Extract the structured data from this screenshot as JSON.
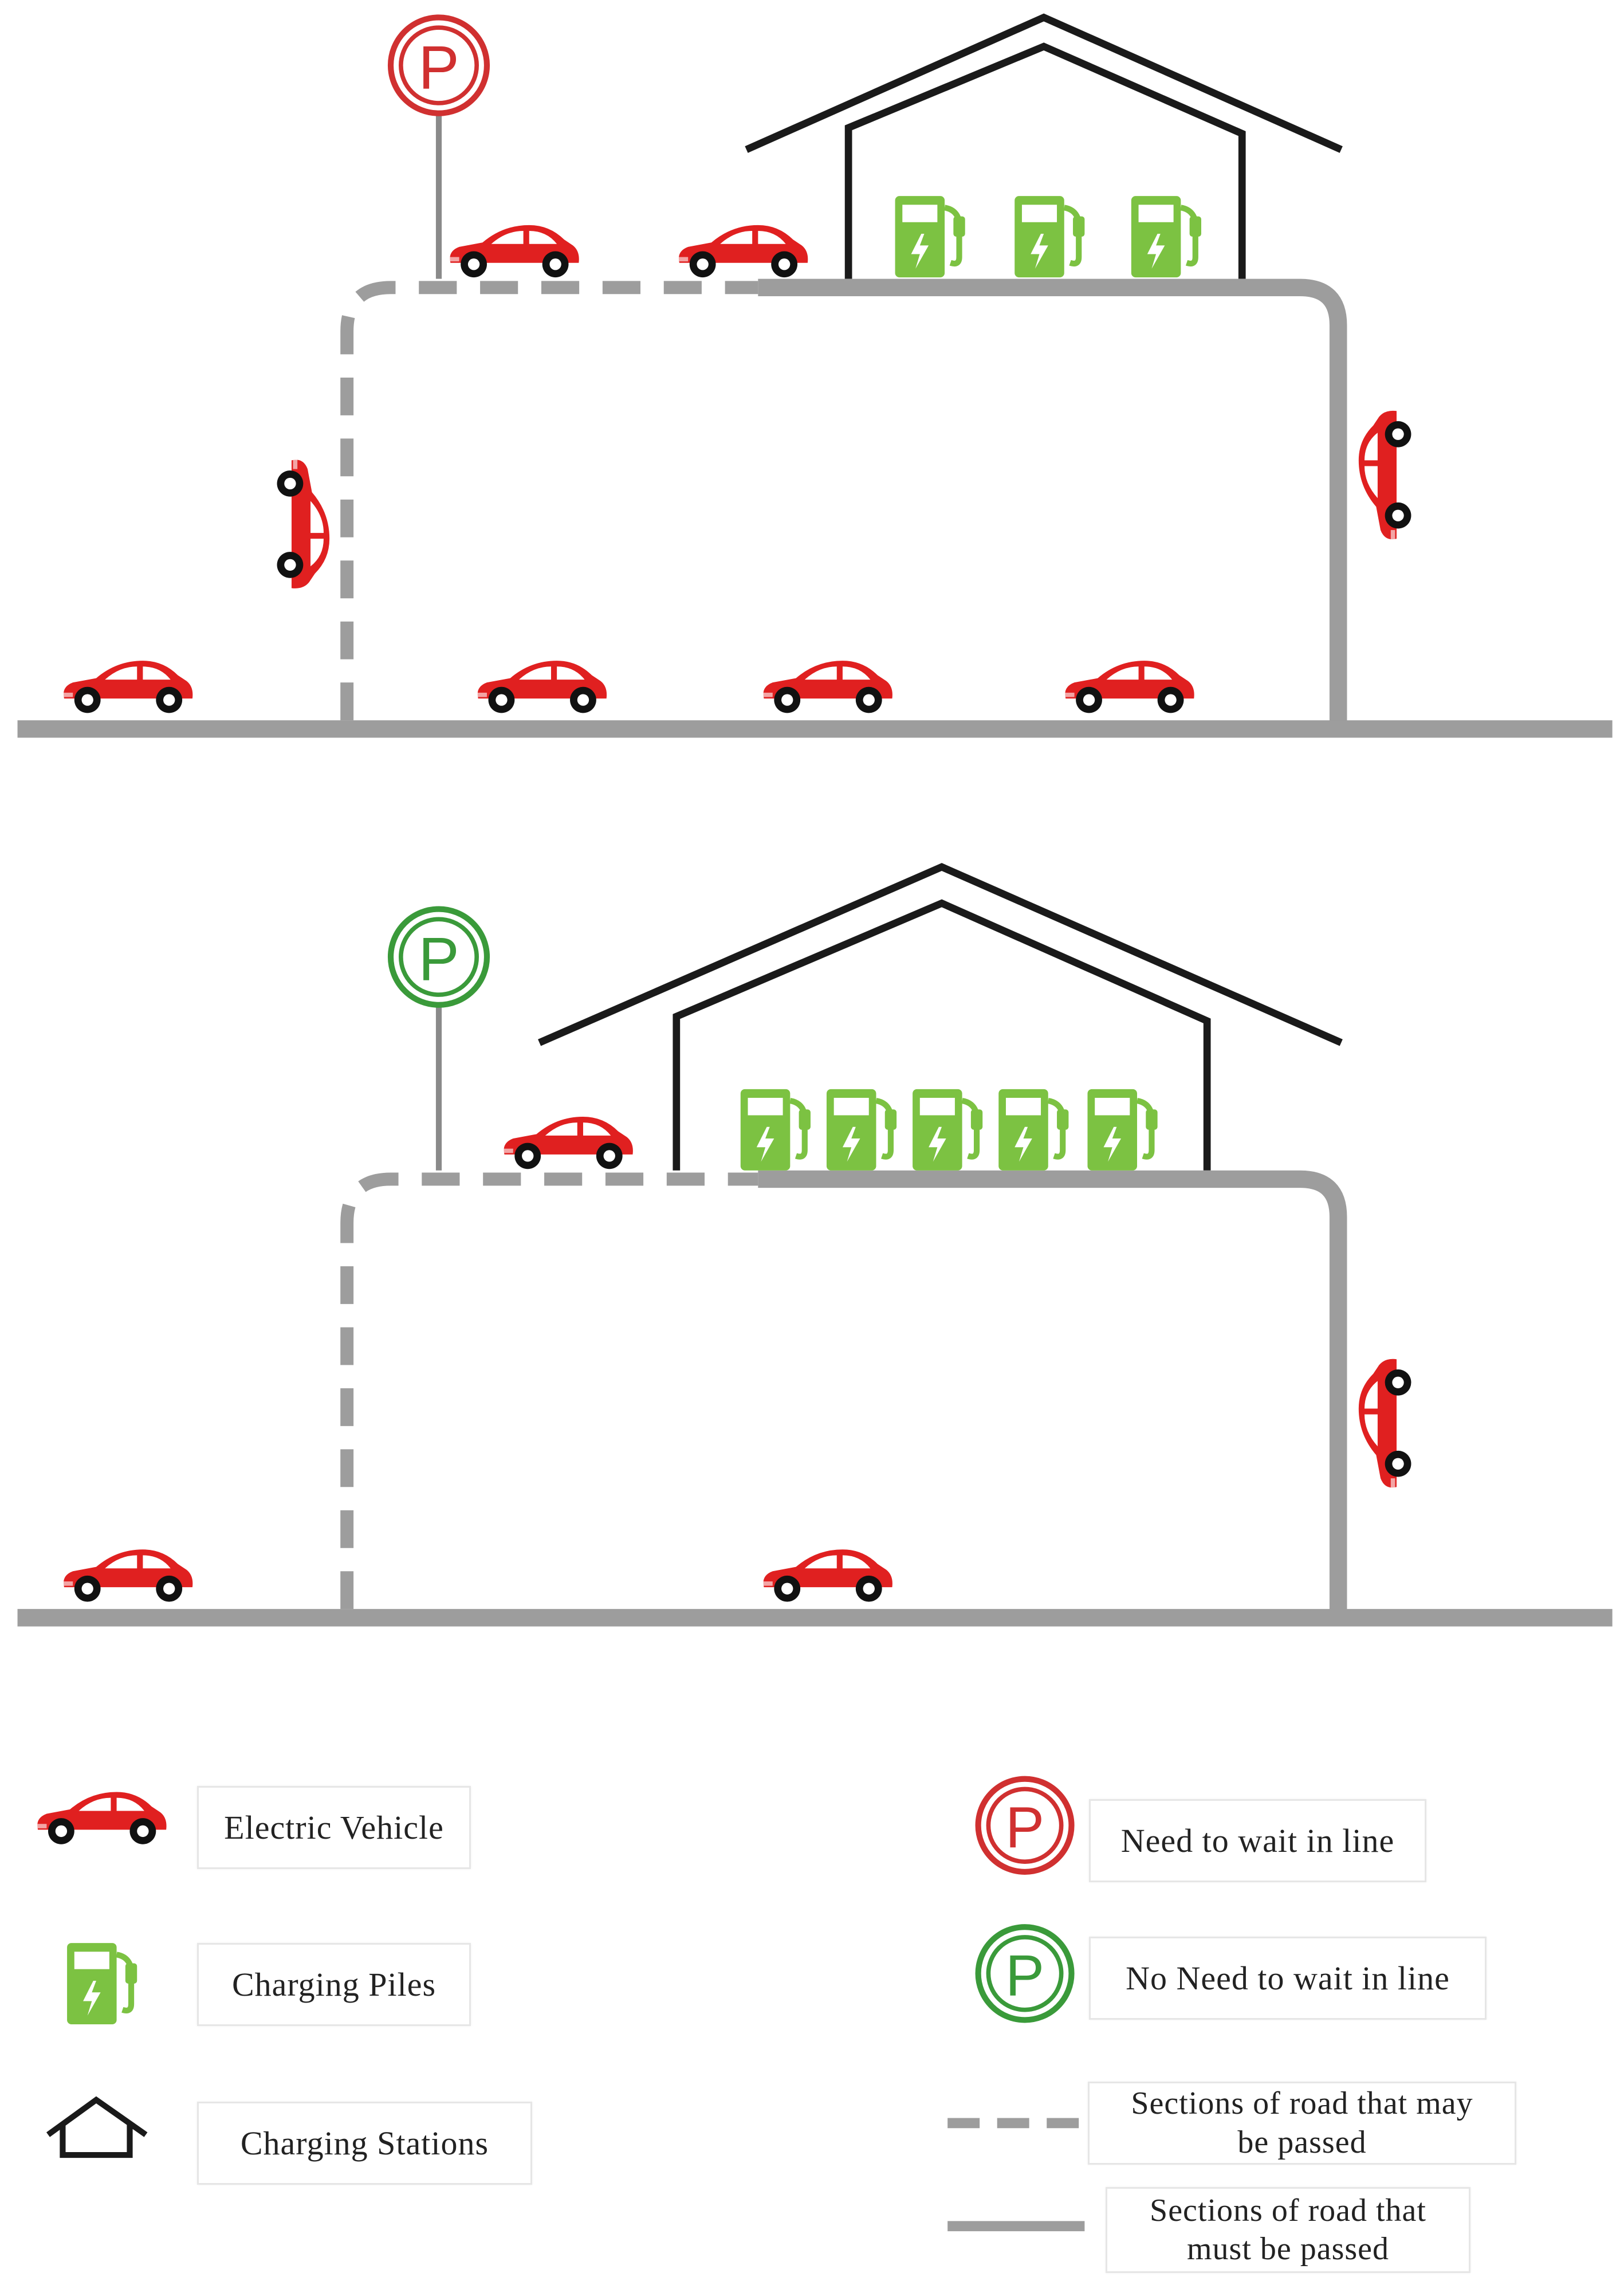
{
  "colors": {
    "car": "#e02020",
    "pile": "#7cc242",
    "road": "#9d9d9d",
    "building": "#1a1a1a",
    "sign_wait": "#d03030",
    "sign_nowait": "#3a9a3a"
  },
  "icons": {
    "vehicle": "electric-vehicle-icon",
    "pile": "charging-pile-icon",
    "station": "charging-station-icon",
    "parking": "parking-sign-icon"
  },
  "legend": {
    "vehicle": "Electric Vehicle",
    "piles": "Charging Piles",
    "stations": "Charging Stations",
    "wait": "Need to wait in line",
    "no_wait": "No Need to wait in line",
    "may_pass_1": "Sections of road that may",
    "may_pass_2": "be passed",
    "must_pass_1": "Sections of road that",
    "must_pass_2": "must be passed"
  },
  "sign_letter": "P"
}
